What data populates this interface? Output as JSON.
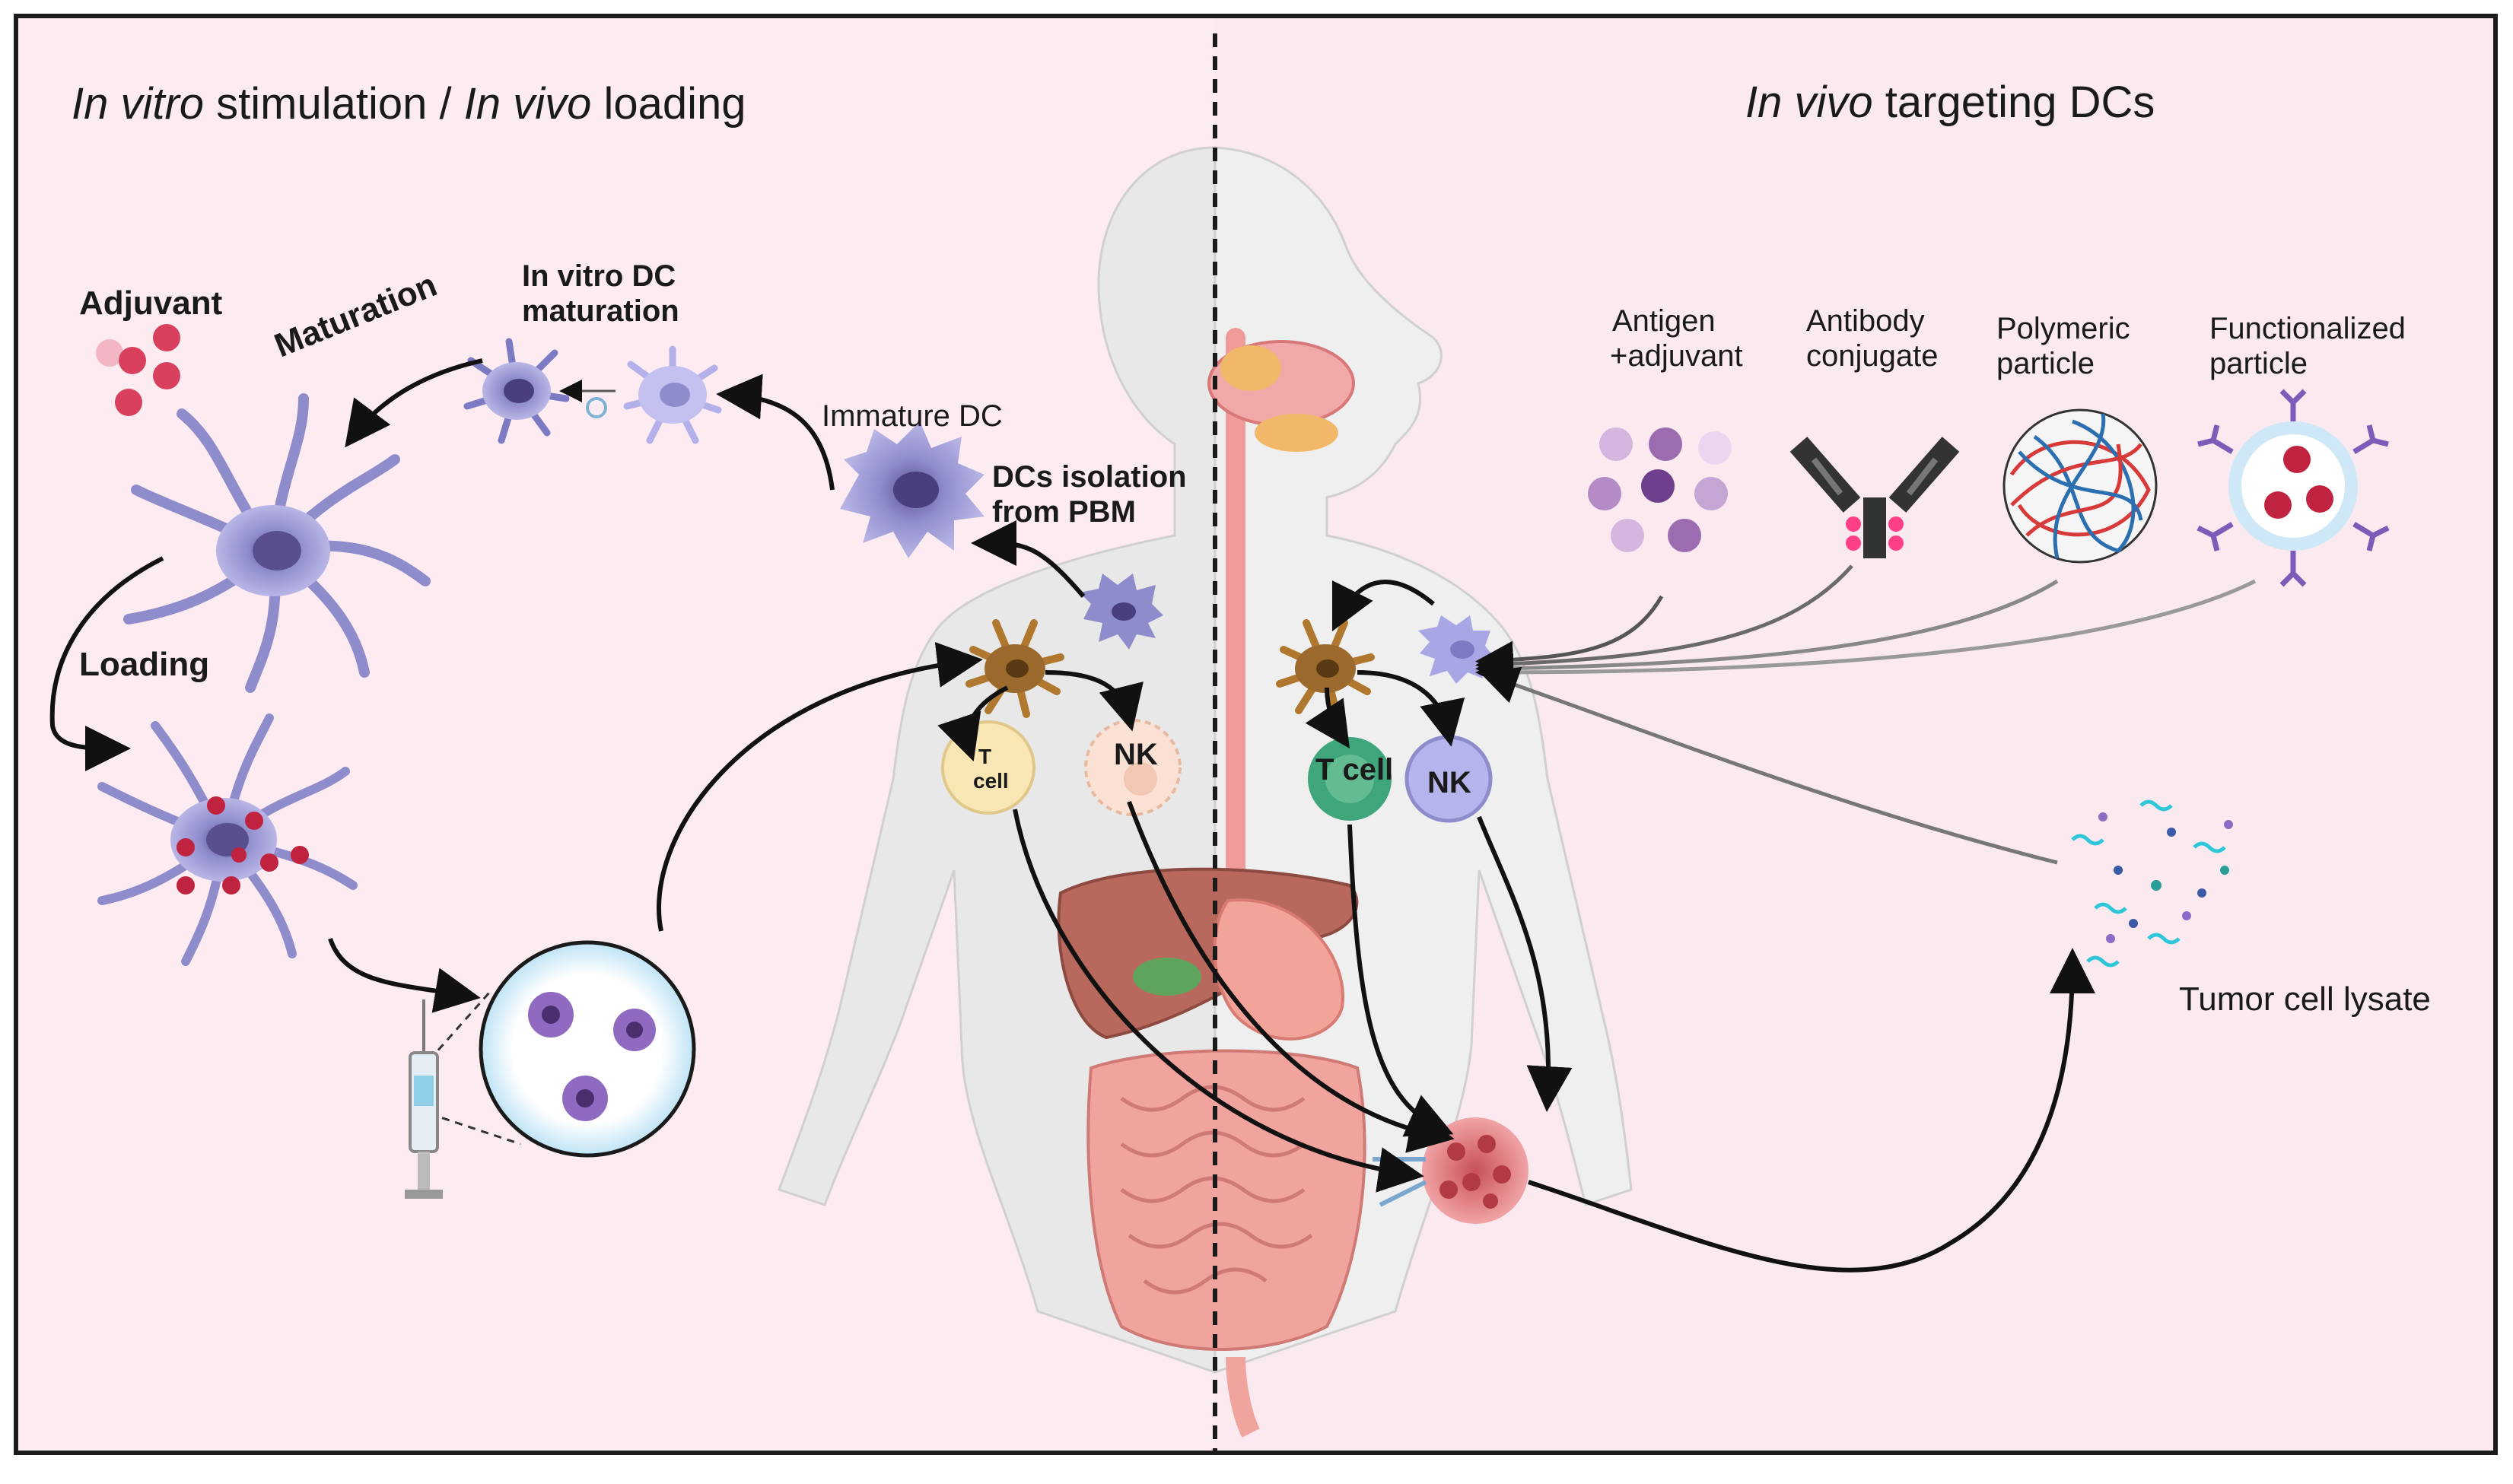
{
  "left_title": {
    "italic_a": "In vitro",
    "plain_a": " stimulation",
    "sep": "  / ",
    "italic_b": "In vivo",
    "plain_b": " loading"
  },
  "right_title": {
    "italic": "In vivo",
    "plain": " targeting DCs"
  },
  "labels": {
    "adjuvant": "Adjuvant",
    "maturation": "Maturation",
    "in_vitro_dc_1": "In vitro DC",
    "in_vitro_dc_2": "maturation",
    "immature_dc": "Immature DC",
    "dcs_isolation_1": "DCs isolation",
    "dcs_isolation_2": "from PBM",
    "loading": "Loading",
    "t_cell_left_1": "T",
    "t_cell_left_2": "cell",
    "nk_left": "NK",
    "t_cell_right": "T cell",
    "nk_right": "NK",
    "antigen_1": "Antigen",
    "antigen_2": "+adjuvant",
    "antibody_1": "Antibody",
    "antibody_2": "conjugate",
    "polymeric_1": "Polymeric",
    "polymeric_2": "particle",
    "functionalized_1": "Functionalized",
    "functionalized_2": "particle",
    "tumor_lysate": "Tumor cell lysate"
  },
  "colors": {
    "background": "#fcecf2",
    "dc_purple": "#8f8ccc",
    "dc_dark": "#5a4f8e",
    "adjuvant_red": "#d8405e",
    "body_gray": "#e6e6e6",
    "tumor_red": "#e37a80",
    "t_cell_yellow": "#f8e6b4",
    "t_cell_green": "#3fa57a",
    "nk_purple": "#b6b4ec",
    "arrow": "#111111"
  }
}
